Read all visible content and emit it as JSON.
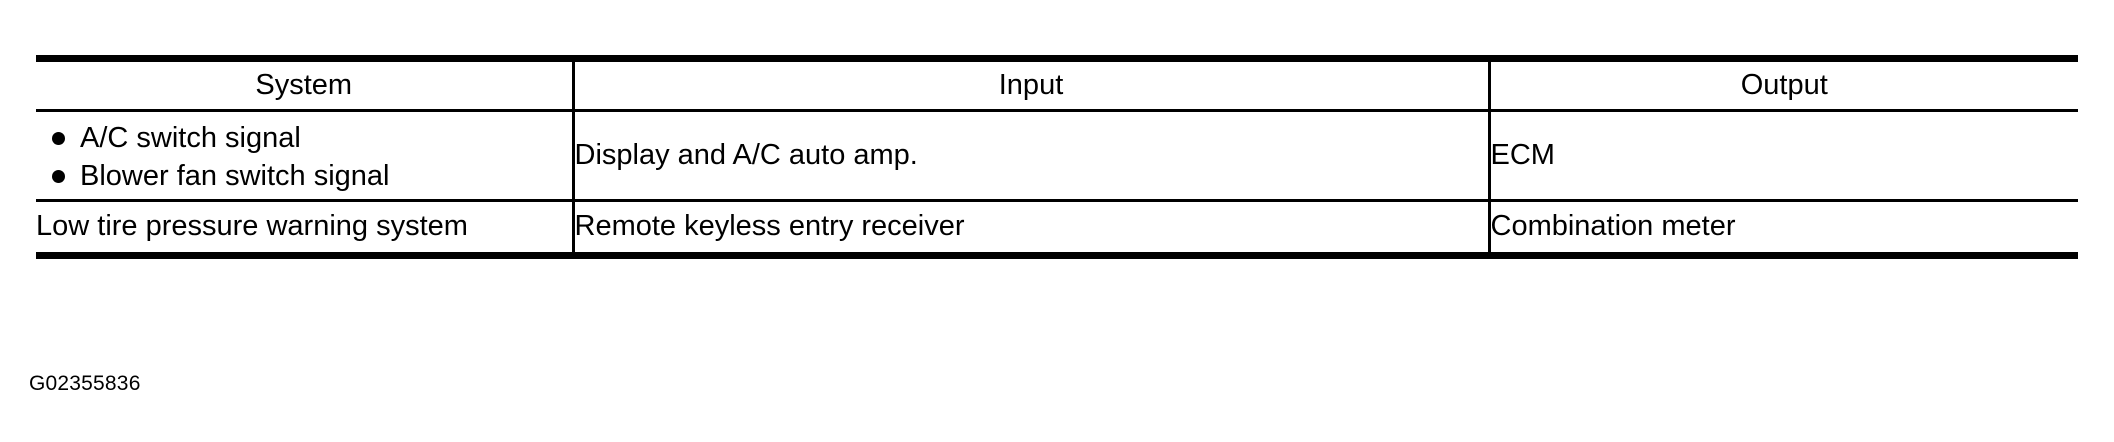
{
  "table": {
    "columns": [
      "System",
      "Input",
      "Output"
    ],
    "rows": [
      {
        "system_items": [
          "A/C switch signal",
          "Blower fan switch signal"
        ],
        "input": "Display and A/C auto amp.",
        "output": "ECM"
      },
      {
        "system": "Low tire pressure warning system",
        "input": "Remote keyless entry receiver",
        "output": "Combination meter"
      }
    ]
  },
  "figure": {
    "caption": "G02355836"
  },
  "colors": {
    "rule": "#000000",
    "text": "#000000",
    "background": "#ffffff"
  }
}
